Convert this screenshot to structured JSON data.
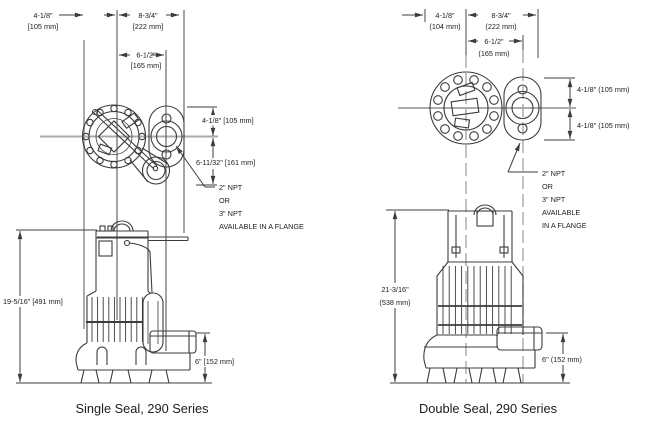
{
  "left": {
    "caption": "Single Seal, 290 Series",
    "dim_a_in": "4-1/8\"",
    "dim_a_mm": "[105 mm]",
    "dim_b_in": "8-3/4\"",
    "dim_b_mm": "[222 mm]",
    "dim_c_in": "6-1/2\"",
    "dim_c_mm": "[165 mm]",
    "dim_d": "4-1/8\" [105 mm]",
    "dim_e": "6-11/32\" [161 mm]",
    "dim_h": "19-5/16\" [491 mm]",
    "dim_f": "6\" [152 mm]",
    "note_1": "2\" NPT",
    "note_2": "OR",
    "note_3": "3\" NPT",
    "note_4": "AVAILABLE IN A FLANGE"
  },
  "right": {
    "caption": "Double Seal, 290 Series",
    "dim_a_in": "4-1/8\"",
    "dim_a_mm": "(104 mm)",
    "dim_b_in": "8-3/4\"",
    "dim_b_mm": "(222 mm)",
    "dim_c_in": "6-1/2\"",
    "dim_c_mm": "(165 mm)",
    "dim_d": "4-1/8\" (105 mm)",
    "dim_e": "4-1/8\" (105 mm)",
    "dim_h_in": "21-3/16\"",
    "dim_h_mm": "(538 mm)",
    "dim_f": "6\" (152 mm)",
    "note_1": "2\" NPT",
    "note_2": "OR",
    "note_3": "3\" NPT",
    "note_4": "AVAILABLE",
    "note_5": "IN A FLANGE"
  }
}
